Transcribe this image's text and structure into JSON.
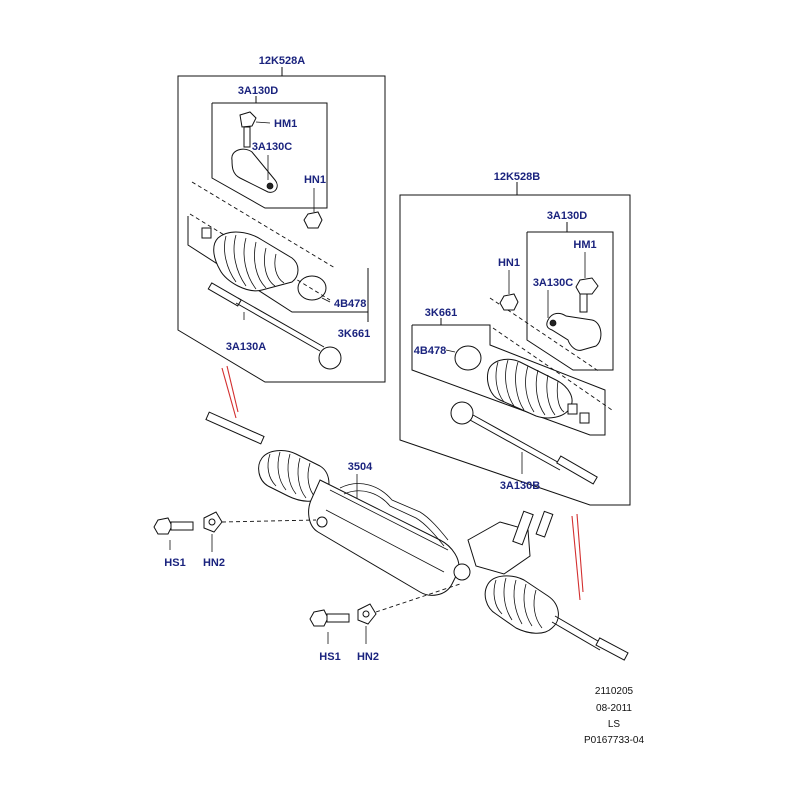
{
  "colors": {
    "label": "#1a237e",
    "line": "#111111",
    "arrow": "#d32f2f"
  },
  "labels": {
    "kit_left": "12K528A",
    "kit_right": "12K528B",
    "left_3a130d": "3A130D",
    "left_hm1": "HM1",
    "left_3a130c": "3A130C",
    "left_hn1": "HN1",
    "left_4b478": "4B478",
    "left_3k661": "3K661",
    "left_3a130a": "3A130A",
    "right_3a130d": "3A130D",
    "right_hm1": "HM1",
    "right_hn1": "HN1",
    "right_3a130c": "3A130C",
    "right_3k661": "3K661",
    "right_4b478": "4B478",
    "right_3a130b": "3A130B",
    "rack": "3504",
    "hs1_a": "HS1",
    "hn2_a": "HN2",
    "hs1_b": "HS1",
    "hn2_b": "HN2"
  },
  "footer": {
    "line1": "2110205",
    "line2": "08-2011",
    "line3": "LS",
    "line4": "P0167733-04"
  }
}
